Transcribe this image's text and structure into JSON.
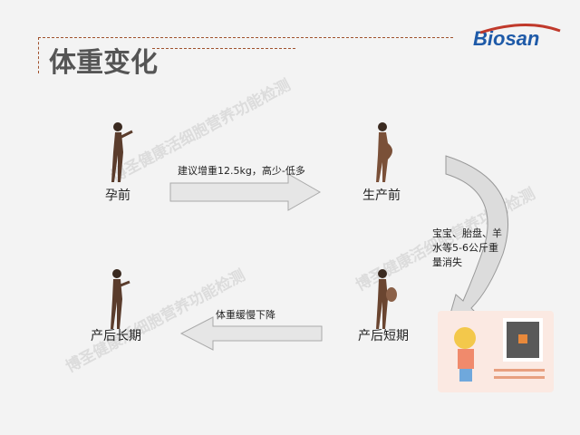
{
  "header": {
    "title": "体重变化",
    "logo": "Biosan"
  },
  "stages": [
    {
      "label": "孕前"
    },
    {
      "label": "生产前"
    },
    {
      "label": "产后短期"
    },
    {
      "label": "产后长期"
    }
  ],
  "arrows": {
    "top": "建议增重12.5kg，高少-低多",
    "curve": "宝宝、胎盘、羊水等5-6公斤重量消失",
    "bottom": "体重缓慢下降"
  },
  "watermark": "博圣健康活细胞营养功能检测",
  "colors": {
    "accent": "#a0522d",
    "logo": "#1e5aa8",
    "arrow": "#e6e6e6"
  }
}
